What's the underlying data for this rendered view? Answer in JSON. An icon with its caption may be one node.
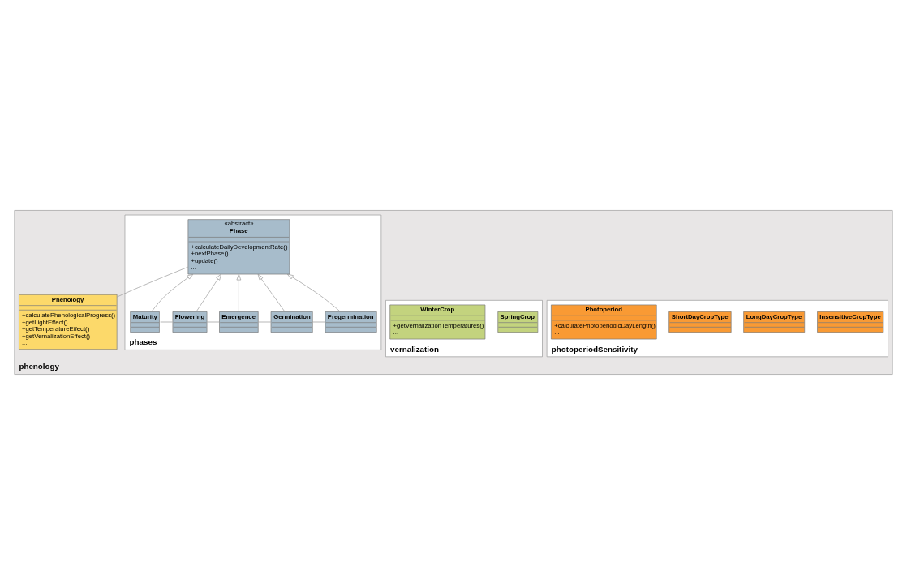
{
  "diagram": {
    "nodes": [
      {
        "text": [
          "phenology"
        ]
      },
      {
        "text": [
          "Phenology",
          "+calculatePhenologicalProgress()",
          "+getLightEffect()",
          "+getTemperatureEffect()",
          "+getVernalizationEffect()",
          "..."
        ],
        "in": 0
      },
      {
        "text": [
          "phases"
        ],
        "in": 0
      },
      {
        "text": [
          "«abstract»",
          "Phase",
          "+calculateDailyDevelopmentRate()",
          "+nextPhase()",
          "+update()",
          "..."
        ],
        "in": 2
      },
      {
        "text": [
          "Pregermination"
        ],
        "in": 2
      },
      {
        "text": [
          "Germination"
        ],
        "in": 2
      },
      {
        "text": [
          "Emergence"
        ],
        "in": 2
      },
      {
        "text": [
          "Flowering"
        ],
        "in": 2
      },
      {
        "text": [
          "Maturity"
        ],
        "in": 2
      },
      {
        "text": [
          "photoperiodSensitivity"
        ],
        "in": 0
      },
      {
        "text": [
          "InsensitiveCropType"
        ],
        "in": 9
      },
      {
        "text": [
          "LongDayCropType"
        ],
        "in": 9
      },
      {
        "text": [
          "ShortDayCropType"
        ],
        "in": 9
      },
      {
        "text": [
          "Photoperiod",
          "+calculatePhotoperiodicDayLength()",
          "..."
        ],
        "in": 9
      },
      {
        "text": [
          "vernalization"
        ],
        "in": 0
      },
      {
        "text": [
          "SpringCrop"
        ],
        "in": 14
      },
      {
        "text": [
          "WinterCrop",
          "+getVernalizationTemperatures()",
          "..."
        ],
        "in": 14
      }
    ],
    "edges": [
      {
        "from": 1,
        "to": 3,
        "arrow": "none"
      },
      {
        "from": 4,
        "to": 3,
        "arrow": "to"
      },
      {
        "from": 5,
        "to": 3,
        "arrow": "to"
      },
      {
        "from": 6,
        "to": 3,
        "arrow": "to"
      },
      {
        "from": 7,
        "to": 3,
        "arrow": "to"
      },
      {
        "from": 8,
        "to": 3,
        "arrow": "to"
      },
      {
        "from": 4,
        "to": 5,
        "arrow": "none"
      },
      {
        "from": 5,
        "to": 6,
        "arrow": "none"
      },
      {
        "from": 6,
        "to": 7,
        "arrow": "none"
      },
      {
        "from": 7,
        "to": 8,
        "arrow": "none"
      }
    ]
  }
}
